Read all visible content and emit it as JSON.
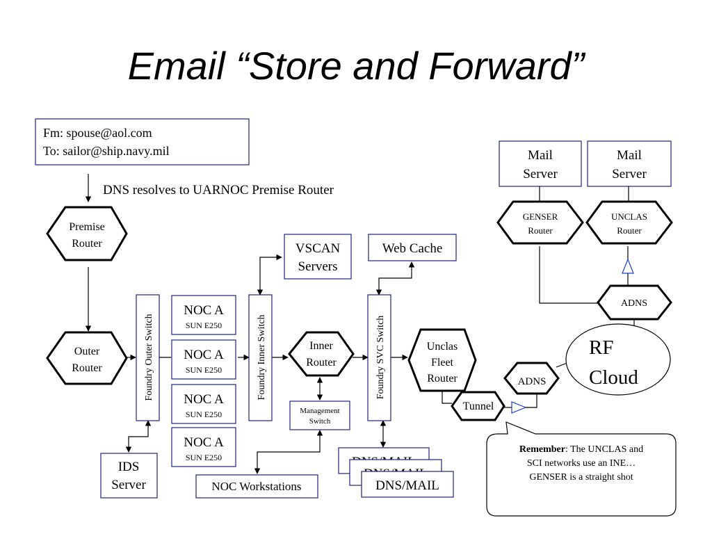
{
  "title": "Email “Store and Forward”",
  "email": {
    "from": "Fm: spouse@aol.com",
    "to": "To: sailor@ship.navy.mil"
  },
  "dns_note": "DNS resolves to UARNOC Premise Router",
  "premise_router": [
    "Premise",
    "Router"
  ],
  "outer_router": [
    "Outer",
    "Router"
  ],
  "foundry_outer_switch": "Foundry Outer Switch",
  "noc_servers": [
    {
      "name": "NOC A",
      "model": "SUN E250"
    },
    {
      "name": "NOC A",
      "model": "SUN E250"
    },
    {
      "name": "NOC A",
      "model": "SUN E250"
    },
    {
      "name": "NOC A",
      "model": "SUN E250"
    }
  ],
  "ids_server": [
    "IDS",
    "Server"
  ],
  "foundry_inner_switch": "Foundry Inner Switch",
  "vscan_servers": [
    "VSCAN",
    "Servers"
  ],
  "inner_router": [
    "Inner",
    "Router"
  ],
  "management_switch": [
    "Management",
    "Switch"
  ],
  "noc_workstations": "NOC Workstations",
  "web_cache": "Web Cache",
  "foundry_svc_switch": "Foundry SVC Switch",
  "dns_mail": [
    "DNS/MAIL",
    "DNS/MAIL",
    "DNS/MAIL"
  ],
  "unclas_fleet_router": [
    "Unclas",
    "Fleet",
    "Router"
  ],
  "tunnel": "Tunnel",
  "adns_lower": "ADNS",
  "rf_cloud": [
    "RF",
    "Cloud"
  ],
  "adns_upper": "ADNS",
  "mail_server_left": [
    "Mail",
    "Server"
  ],
  "mail_server_right": [
    "Mail",
    "Server"
  ],
  "genser_router": [
    "GENSER",
    "Router"
  ],
  "unclas_router": [
    "UNCLAS",
    "Router"
  ],
  "remember": {
    "bold": "Remember",
    "line1": ": The UNCLAS and",
    "line2": "SCI networks use an INE…",
    "line3": "GENSER is a straight shot"
  }
}
